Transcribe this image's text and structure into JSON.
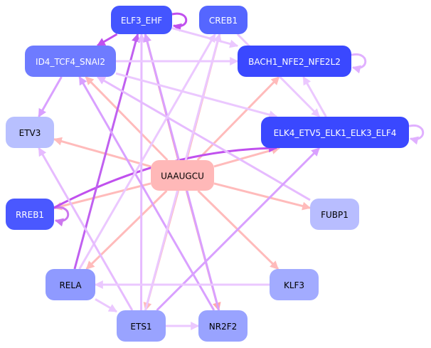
{
  "title": "Regulatory network",
  "nodes": [
    {
      "id": "ELF3_EHF",
      "label": "ELF3_EHF",
      "fill": "#4455ff",
      "text": "#ffffff"
    },
    {
      "id": "CREB1",
      "label": "CREB1",
      "fill": "#5566ff",
      "text": "#ffffff"
    },
    {
      "id": "ID4_TCF4_SNAI2",
      "label": "ID4_TCF4_SNAI2",
      "fill": "#6e7bff",
      "text": "#ffffff"
    },
    {
      "id": "BACH1_NFE2_NFE2L2",
      "label": "BACH1_NFE2_NFE2L2",
      "fill": "#3a48ff",
      "text": "#ffffff"
    },
    {
      "id": "ETV3",
      "label": "ETV3",
      "fill": "#b8c0ff",
      "text": "#000000"
    },
    {
      "id": "ELK4_ETV5_ELK1_ELK3_ELF4",
      "label": "ELK4_ETV5_ELK1_ELK3_ELF4",
      "fill": "#3a48ff",
      "text": "#ffffff"
    },
    {
      "id": "UAAUGCU",
      "label": "UAAUGCU",
      "fill": "#ffb8b8",
      "text": "#000000"
    },
    {
      "id": "RREB1",
      "label": "RREB1",
      "fill": "#4a58ff",
      "text": "#ffffff"
    },
    {
      "id": "FUBP1",
      "label": "FUBP1",
      "fill": "#b8bdff",
      "text": "#000000"
    },
    {
      "id": "RELA",
      "label": "RELA",
      "fill": "#8f9aff",
      "text": "#000000"
    },
    {
      "id": "KLF3",
      "label": "KLF3",
      "fill": "#a2abff",
      "text": "#000000"
    },
    {
      "id": "ETS1",
      "label": "ETS1",
      "fill": "#99a3ff",
      "text": "#000000"
    },
    {
      "id": "NR2F2",
      "label": "NR2F2",
      "fill": "#99a3ff",
      "text": "#000000"
    }
  ],
  "edges": [
    {
      "from": "UAAUGCU",
      "to": "ELF3_EHF",
      "color": "#ff9999",
      "kind": "mirna"
    },
    {
      "from": "UAAUGCU",
      "to": "CREB1",
      "color": "#ffbbbb",
      "kind": "mirna"
    },
    {
      "from": "UAAUGCU",
      "to": "BACH1_NFE2_NFE2L2",
      "color": "#ffbbbb",
      "kind": "mirna"
    },
    {
      "from": "UAAUGCU",
      "to": "ELK4_ETV5_ELK1_ELK3_ELF4",
      "color": "#ffbbbb",
      "kind": "mirna"
    },
    {
      "from": "UAAUGCU",
      "to": "ID4_TCF4_SNAI2",
      "color": "#ffbbbb",
      "kind": "mirna"
    },
    {
      "from": "UAAUGCU",
      "to": "ETV3",
      "color": "#ffbbbb",
      "kind": "mirna"
    },
    {
      "from": "UAAUGCU",
      "to": "RREB1",
      "color": "#ffbbbb",
      "kind": "mirna"
    },
    {
      "from": "UAAUGCU",
      "to": "FUBP1",
      "color": "#ffbbbb",
      "kind": "mirna"
    },
    {
      "from": "UAAUGCU",
      "to": "RELA",
      "color": "#ffbbbb",
      "kind": "mirna"
    },
    {
      "from": "UAAUGCU",
      "to": "KLF3",
      "color": "#ffbbbb",
      "kind": "mirna"
    },
    {
      "from": "UAAUGCU",
      "to": "ETS1",
      "color": "#ffbbbb",
      "kind": "mirna"
    },
    {
      "from": "UAAUGCU",
      "to": "NR2F2",
      "color": "#ffaaaa",
      "kind": "mirna"
    },
    {
      "from": "ELF3_EHF",
      "to": "ELF3_EHF",
      "color": "#c050ee",
      "kind": "self"
    },
    {
      "from": "BACH1_NFE2_NFE2L2",
      "to": "BACH1_NFE2_NFE2L2",
      "color": "#e0b0ff",
      "kind": "self"
    },
    {
      "from": "ELK4_ETV5_ELK1_ELK3_ELF4",
      "to": "ELK4_ETV5_ELK1_ELK3_ELF4",
      "color": "#e0b0ff",
      "kind": "self"
    },
    {
      "from": "RREB1",
      "to": "RREB1",
      "color": "#cc77ee",
      "kind": "self"
    },
    {
      "from": "RREB1",
      "to": "ELK4_ETV5_ELK1_ELK3_ELF4",
      "color": "#c050ee",
      "kind": "curve"
    },
    {
      "from": "RELA",
      "to": "ELF3_EHF",
      "color": "#c060f0",
      "kind": "tf"
    },
    {
      "from": "ETS1",
      "to": "ELF3_EHF",
      "color": "#e6bbff",
      "kind": "tf"
    },
    {
      "from": "NR2F2",
      "to": "ELF3_EHF",
      "color": "#d9a0ff",
      "kind": "tf"
    },
    {
      "from": "ELF3_EHF",
      "to": "ID4_TCF4_SNAI2",
      "color": "#c050ee",
      "kind": "tf"
    },
    {
      "from": "ELF3_EHF",
      "to": "BACH1_NFE2_NFE2L2",
      "color": "#ebc8ff",
      "kind": "tf"
    },
    {
      "from": "ID4_TCF4_SNAI2",
      "to": "BACH1_NFE2_NFE2L2",
      "color": "#ebc8ff",
      "kind": "tf"
    },
    {
      "from": "ID4_TCF4_SNAI2",
      "to": "ELK4_ETV5_ELK1_ELK3_ELF4",
      "color": "#ebc8ff",
      "kind": "tf"
    },
    {
      "from": "ID4_TCF4_SNAI2",
      "to": "ETV3",
      "color": "#d9a0ff",
      "kind": "tf"
    },
    {
      "from": "FUBP1",
      "to": "ID4_TCF4_SNAI2",
      "color": "#e6bbff",
      "kind": "tf"
    },
    {
      "from": "NR2F2",
      "to": "ID4_TCF4_SNAI2",
      "color": "#d9a0ff",
      "kind": "tf"
    },
    {
      "from": "ETS1",
      "to": "CREB1",
      "color": "#ebc8ff",
      "kind": "tf"
    },
    {
      "from": "RELA",
      "to": "CREB1",
      "color": "#ebc8ff",
      "kind": "tf"
    },
    {
      "from": "CREB1",
      "to": "ELK4_ETV5_ELK1_ELK3_ELF4",
      "color": "#ebc8ff",
      "kind": "tf"
    },
    {
      "from": "ELK4_ETV5_ELK1_ELK3_ELF4",
      "to": "BACH1_NFE2_NFE2L2",
      "color": "#ebc8ff",
      "kind": "tf"
    },
    {
      "from": "ETS1",
      "to": "ELK4_ETV5_ELK1_ELK3_ELF4",
      "color": "#d9a0ff",
      "kind": "tf"
    },
    {
      "from": "ETS1",
      "to": "ETV3",
      "color": "#e6bbff",
      "kind": "tf"
    },
    {
      "from": "KLF3",
      "to": "RELA",
      "color": "#ebc8ff",
      "kind": "tf"
    },
    {
      "from": "RELA",
      "to": "ETS1",
      "color": "#ebc8ff",
      "kind": "tf"
    },
    {
      "from": "ETS1",
      "to": "NR2F2",
      "color": "#ebc8ff",
      "kind": "tf"
    }
  ]
}
